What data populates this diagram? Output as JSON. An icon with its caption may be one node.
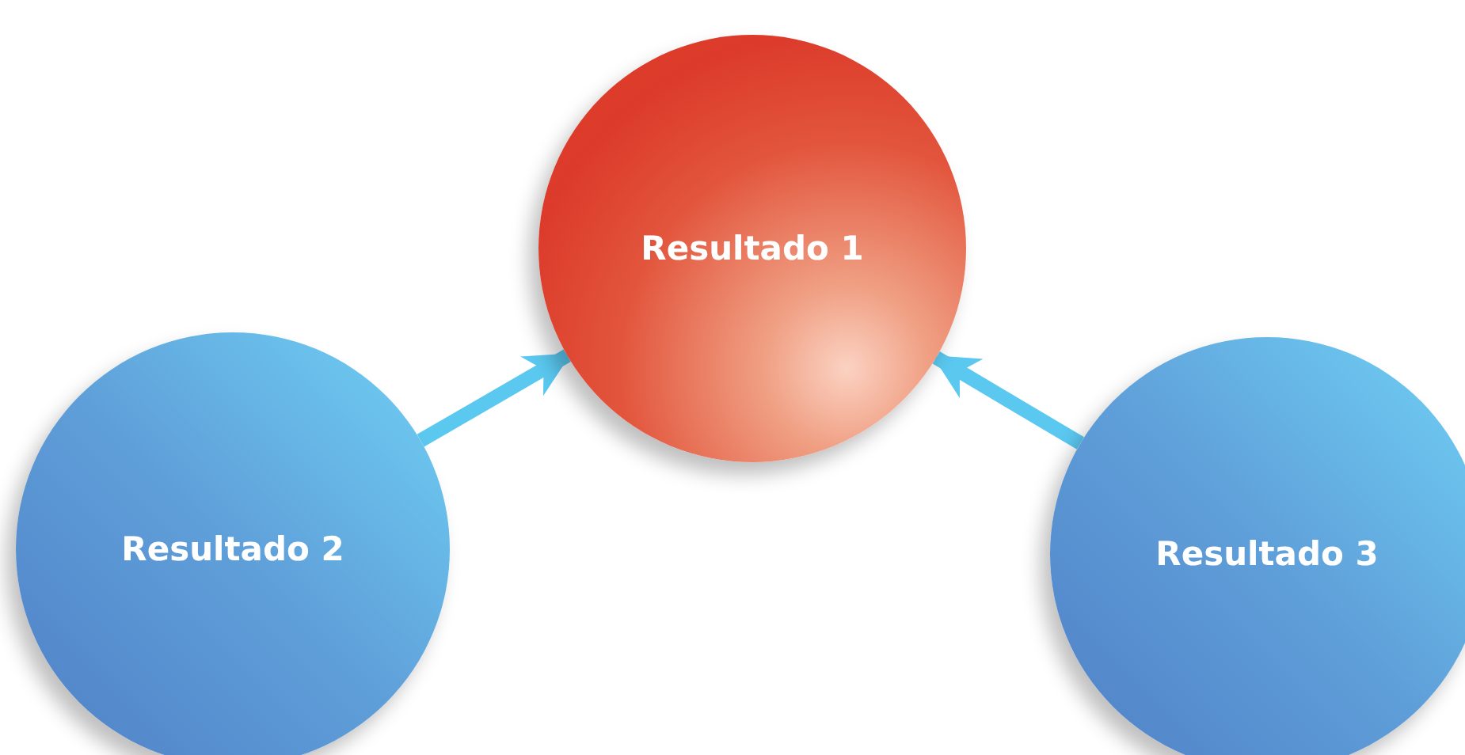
{
  "diagram": {
    "nodes": [
      {
        "text": [
          "Resultado 1"
        ]
      },
      {
        "text": [
          "Resultado 2"
        ]
      },
      {
        "text": [
          "Resultado 3"
        ]
      }
    ],
    "edges": [
      {
        "from": 1,
        "to": 0,
        "arrow": "to"
      },
      {
        "from": 2,
        "to": 0,
        "arrow": "to"
      }
    ]
  }
}
